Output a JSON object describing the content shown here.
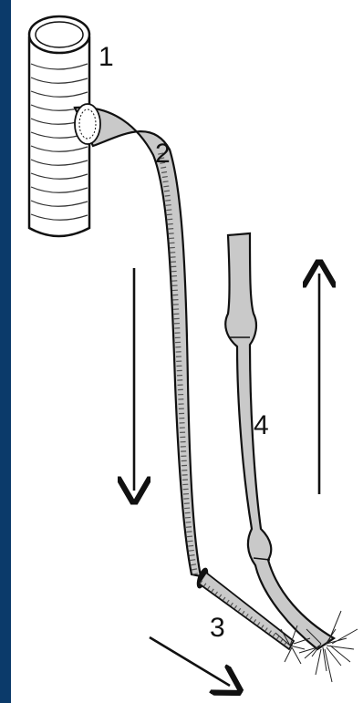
{
  "labels": {
    "l1": "1",
    "l2": "2",
    "l3": "3",
    "l4": "4"
  },
  "colors": {
    "background": "#0b3a6a",
    "canvas": "#ffffff",
    "tube_fill": "#c9c9c9",
    "line": "#111111"
  }
}
